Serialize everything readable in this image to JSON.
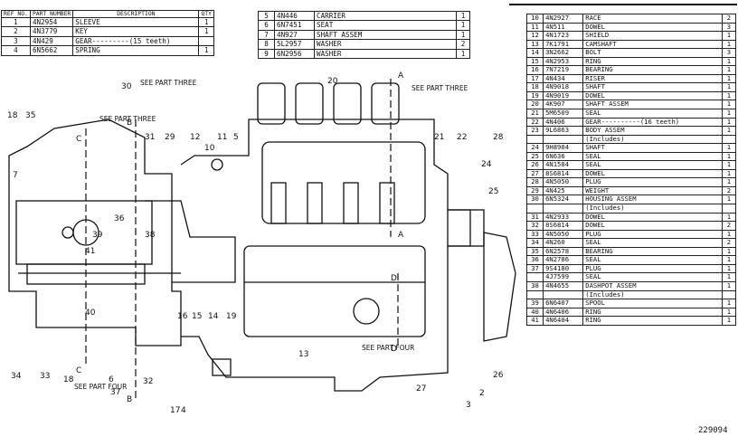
{
  "header_cols": {
    "ref_no": "REF NO.",
    "part_number": "PART NUMBER",
    "description": "DESCRIPTION",
    "qty": "QTY"
  },
  "table_top_left": [
    {
      "ref": "1",
      "part": "4N2954",
      "desc": "SLEEVE",
      "qty": "1"
    },
    {
      "ref": "2",
      "part": "4N3779",
      "desc": "KEY",
      "qty": "1"
    },
    {
      "ref": "3",
      "part": "4N429",
      "desc": "GEAR---------(15 teeth)",
      "qty": ""
    },
    {
      "ref": "4",
      "part": "6N5662",
      "desc": "SPRING",
      "qty": "1"
    }
  ],
  "table_top_center": [
    {
      "ref": "5",
      "part": "4N446",
      "desc": "CARRIER",
      "qty": "1"
    },
    {
      "ref": "6",
      "part": "6N7451",
      "desc": "SEAT",
      "qty": "1"
    },
    {
      "ref": "7",
      "part": "4N927",
      "desc": "SHAFT ASSEM",
      "qty": "1"
    },
    {
      "ref": "8",
      "part": "5L2957",
      "desc": "WASHER",
      "qty": "2"
    },
    {
      "ref": "9",
      "part": "6N2956",
      "desc": "WASHER",
      "qty": "1"
    }
  ],
  "table_right": [
    {
      "ref": "10",
      "part": "4N2927",
      "desc": "RACE",
      "qty": "2"
    },
    {
      "ref": "11",
      "part": "4N511",
      "desc": "DOWEL",
      "qty": "3"
    },
    {
      "ref": "12",
      "part": "4N1723",
      "desc": "SHIELD",
      "qty": "1"
    },
    {
      "ref": "13",
      "part": "7K1791",
      "desc": "CAMSHAFT",
      "qty": "1"
    },
    {
      "ref": "14",
      "part": "3N2662",
      "desc": "BOLT",
      "qty": "3"
    },
    {
      "ref": "15",
      "part": "4N2953",
      "desc": "RING",
      "qty": "1"
    },
    {
      "ref": "16",
      "part": "7N7219",
      "desc": "BEARING",
      "qty": "1"
    },
    {
      "ref": "17",
      "part": "4N434",
      "desc": "RISER",
      "qty": "1"
    },
    {
      "ref": "18",
      "part": "4N9018",
      "desc": "SHAFT",
      "qty": "1"
    },
    {
      "ref": "19",
      "part": "4N9019",
      "desc": "DOWEL",
      "qty": "1"
    },
    {
      "ref": "20",
      "part": "4K907",
      "desc": "SHAFT ASSEM",
      "qty": "1"
    },
    {
      "ref": "21",
      "part": "5M6509",
      "desc": "SEAL",
      "qty": "1"
    },
    {
      "ref": "22",
      "part": "4N406",
      "desc": "GEAR----------(16 teeth)",
      "qty": "1"
    },
    {
      "ref": "23",
      "part": "9L6863",
      "desc": "BODY ASSEM",
      "qty": "1"
    },
    {
      "ref": "",
      "part": "",
      "desc": "(Includes)",
      "qty": ""
    },
    {
      "ref": "24",
      "part": "9H8904",
      "desc": "SHAFT",
      "qty": "1"
    },
    {
      "ref": "25",
      "part": "6N636",
      "desc": "SEAL",
      "qty": "1"
    },
    {
      "ref": "26",
      "part": "4N1584",
      "desc": "SEAL",
      "qty": "1"
    },
    {
      "ref": "27",
      "part": "8S6814",
      "desc": "DOWEL",
      "qty": "1"
    },
    {
      "ref": "28",
      "part": "4N5050",
      "desc": "PLUG",
      "qty": "1"
    },
    {
      "ref": "29",
      "part": "4N425",
      "desc": "WEIGHT",
      "qty": "2"
    },
    {
      "ref": "30",
      "part": "6N5324",
      "desc": "HOUSING ASSEM",
      "qty": "1"
    },
    {
      "ref": "",
      "part": "",
      "desc": "(Includes)",
      "qty": ""
    },
    {
      "ref": "31",
      "part": "4N2933",
      "desc": "DOWEL",
      "qty": "1"
    },
    {
      "ref": "32",
      "part": "8S6814",
      "desc": "DOWEL",
      "qty": "2"
    },
    {
      "ref": "33",
      "part": "4N5050",
      "desc": "PLUG",
      "qty": "1"
    },
    {
      "ref": "34",
      "part": "4N260",
      "desc": "SEAL",
      "qty": "2"
    },
    {
      "ref": "35",
      "part": "6N2578",
      "desc": "BEARING",
      "qty": "1"
    },
    {
      "ref": "36",
      "part": "4N2786",
      "desc": "SEAL",
      "qty": "1"
    },
    {
      "ref": "37",
      "part": "9S4180",
      "desc": "PLUG",
      "qty": "1"
    },
    {
      "ref": "",
      "part": "4J7599",
      "desc": "SEAL",
      "qty": "1"
    },
    {
      "ref": "38",
      "part": "4N4655",
      "desc": "DASHPOT ASSEM",
      "qty": "1"
    },
    {
      "ref": "",
      "part": "",
      "desc": "(Includes)",
      "qty": ""
    },
    {
      "ref": "39",
      "part": "6N6407",
      "desc": "SPOOL",
      "qty": "1"
    },
    {
      "ref": "40",
      "part": "4N6406",
      "desc": "RING",
      "qty": "1"
    },
    {
      "ref": "41",
      "part": "4N6404",
      "desc": "RING",
      "qty": "1"
    }
  ],
  "figure_number": "229094",
  "drawing_labels": {
    "see_part_three": "SEE PART THREE",
    "see_part_four": "SEE PART FOUR",
    "section_a": "A",
    "section_b": "B",
    "section_c": "C",
    "section_d": "D"
  }
}
